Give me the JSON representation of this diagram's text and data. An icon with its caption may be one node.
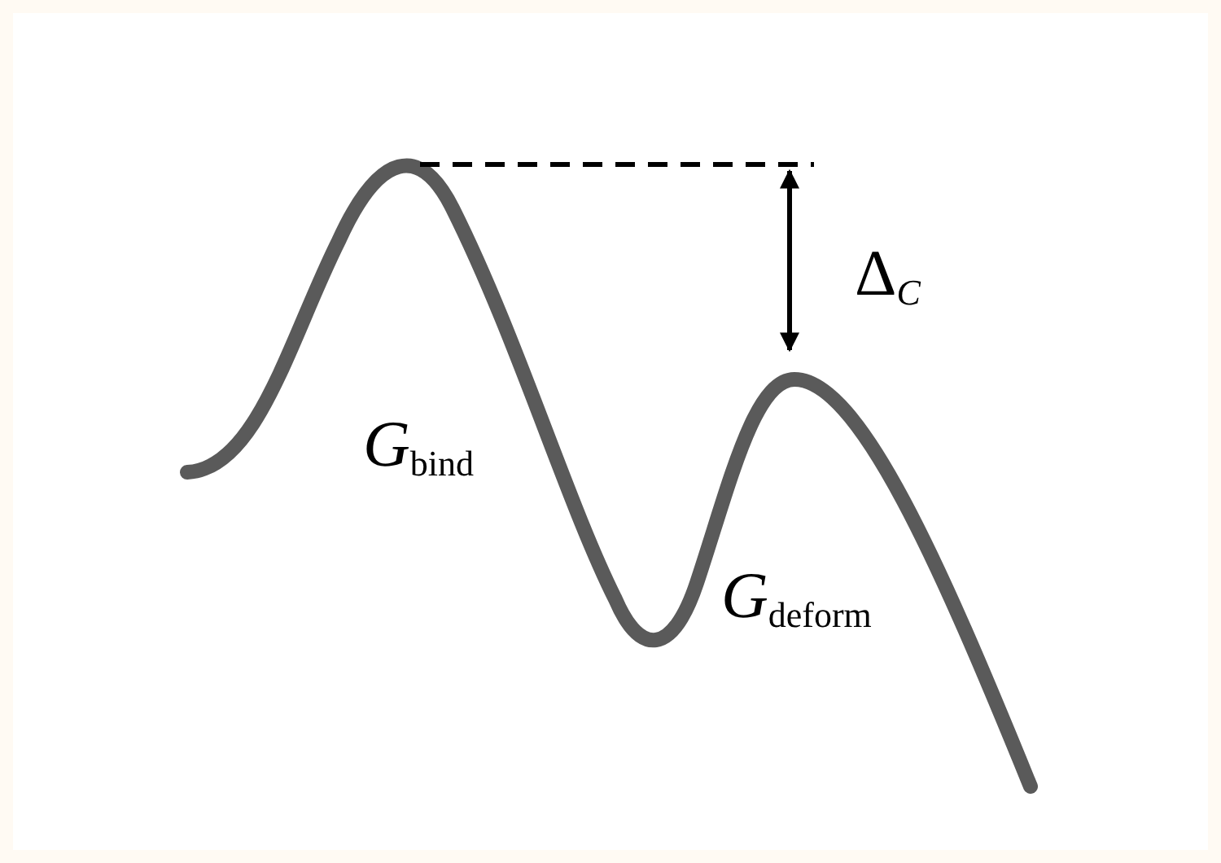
{
  "diagram": {
    "labels": [
      "Δ$_{C}$",
      "*G*$_{bind}$",
      "*G*$_{deform}$"
    ]
  }
}
